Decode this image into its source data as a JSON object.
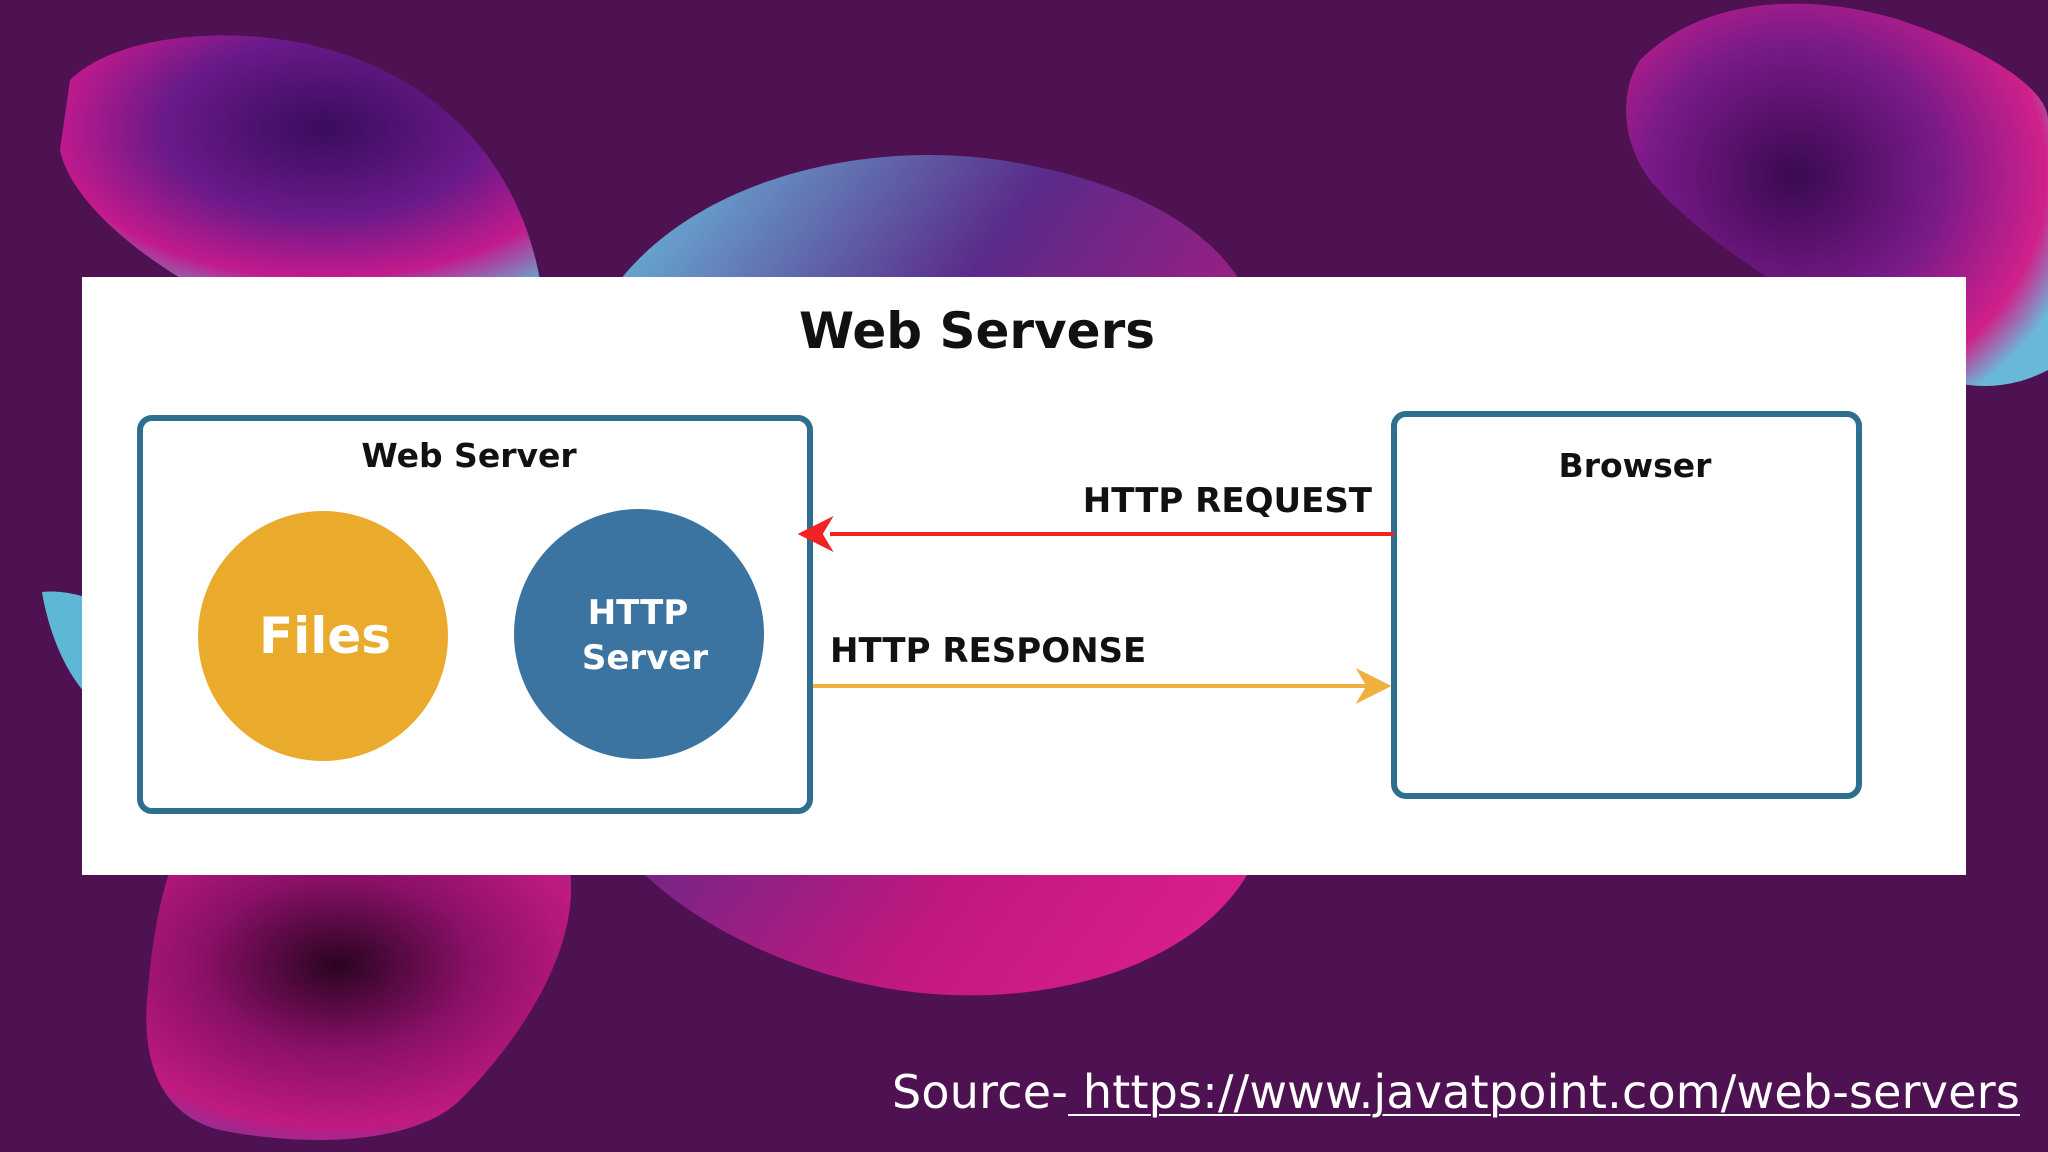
{
  "diagram": {
    "title": "Web Servers",
    "web_server_box": {
      "label": "Web Server",
      "files_label": "Files",
      "http_server_label_line1": "HTTP",
      "http_server_label_line2": "Server"
    },
    "browser_box": {
      "label": "Browser"
    },
    "request_label": "HTTP REQUEST",
    "response_label": "HTTP RESPONSE"
  },
  "source": {
    "prefix": "Source-",
    "url": " https://www.javatpoint.com/web-servers"
  },
  "colors": {
    "background": "#4e1252",
    "box_border": "#2e6e8e",
    "files_circle": "#eaab2c",
    "http_server_circle": "#3b74a0",
    "request_arrow": "#f02424",
    "response_arrow": "#f0b040"
  }
}
